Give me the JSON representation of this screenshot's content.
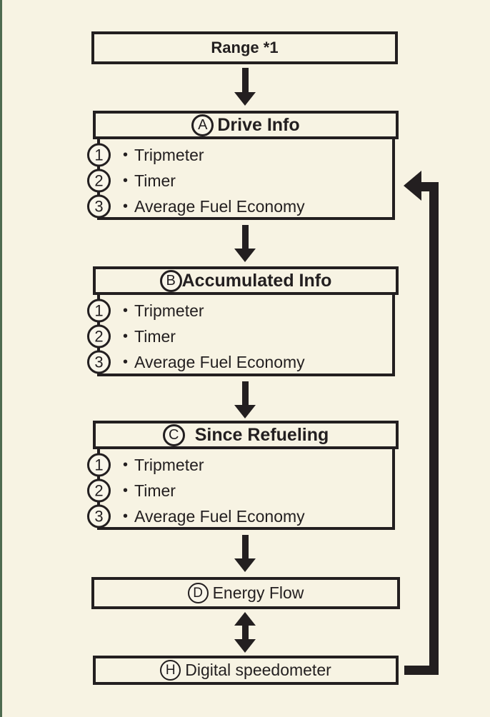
{
  "colors": {
    "background": "#f7f3e3",
    "line_black": "#231f20",
    "left_stripe_green": "#4e6b50"
  },
  "flow": {
    "bullet": "•",
    "range": {
      "label": "Range *1"
    },
    "sections": [
      {
        "letter": "A",
        "title": "Drive Info",
        "items": [
          {
            "number": "1",
            "label": "Tripmeter"
          },
          {
            "number": "2",
            "label": "Timer"
          },
          {
            "number": "3",
            "label": "Average Fuel Economy"
          }
        ]
      },
      {
        "letter": "B",
        "title": "Accumulated Info",
        "items": [
          {
            "number": "1",
            "label": "Tripmeter"
          },
          {
            "number": "2",
            "label": "Timer"
          },
          {
            "number": "3",
            "label": "Average Fuel Economy"
          }
        ]
      },
      {
        "letter": "C",
        "title": "Since Refueling",
        "items": [
          {
            "number": "1",
            "label": "Tripmeter"
          },
          {
            "number": "2",
            "label": "Timer"
          },
          {
            "number": "3",
            "label": "Average Fuel Economy"
          }
        ]
      }
    ],
    "energy_flow": {
      "letter": "D",
      "label": "Energy Flow"
    },
    "digital_speedometer": {
      "letter": "H",
      "label": "Digital speedometer"
    }
  }
}
